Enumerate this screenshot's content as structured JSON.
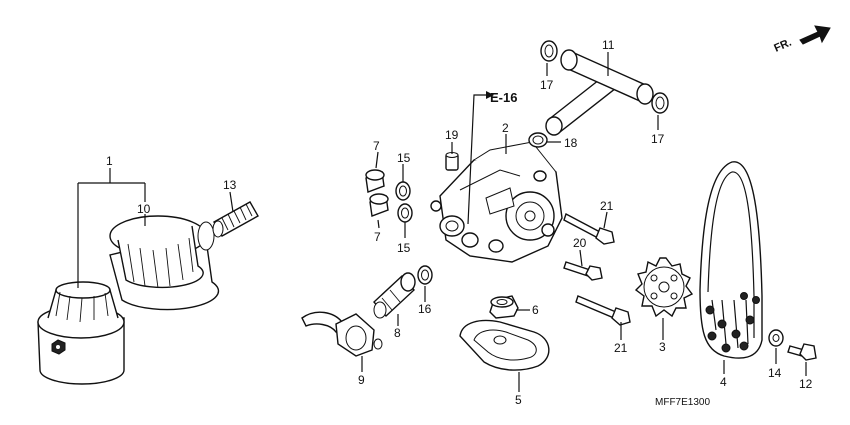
{
  "diagram": {
    "labels": {
      "p1": "1",
      "p2": "2",
      "p3": "3",
      "p4": "4",
      "p5": "5",
      "p6": "6",
      "p7a": "7",
      "p7b": "7",
      "p8": "8",
      "p9": "9",
      "p10": "10",
      "p11": "11",
      "p12": "12",
      "p13": "13",
      "p14": "14",
      "p15a": "15",
      "p15b": "15",
      "p16": "16",
      "p17a": "17",
      "p17b": "17",
      "p18": "18",
      "p19": "19",
      "p20": "20",
      "p21a": "21",
      "p21b": "21"
    },
    "reference": "E-16",
    "drawing_code": "MFF7E1300",
    "direction": "FR.",
    "icons": {
      "direction_arrow": "arrow-right-icon"
    }
  }
}
